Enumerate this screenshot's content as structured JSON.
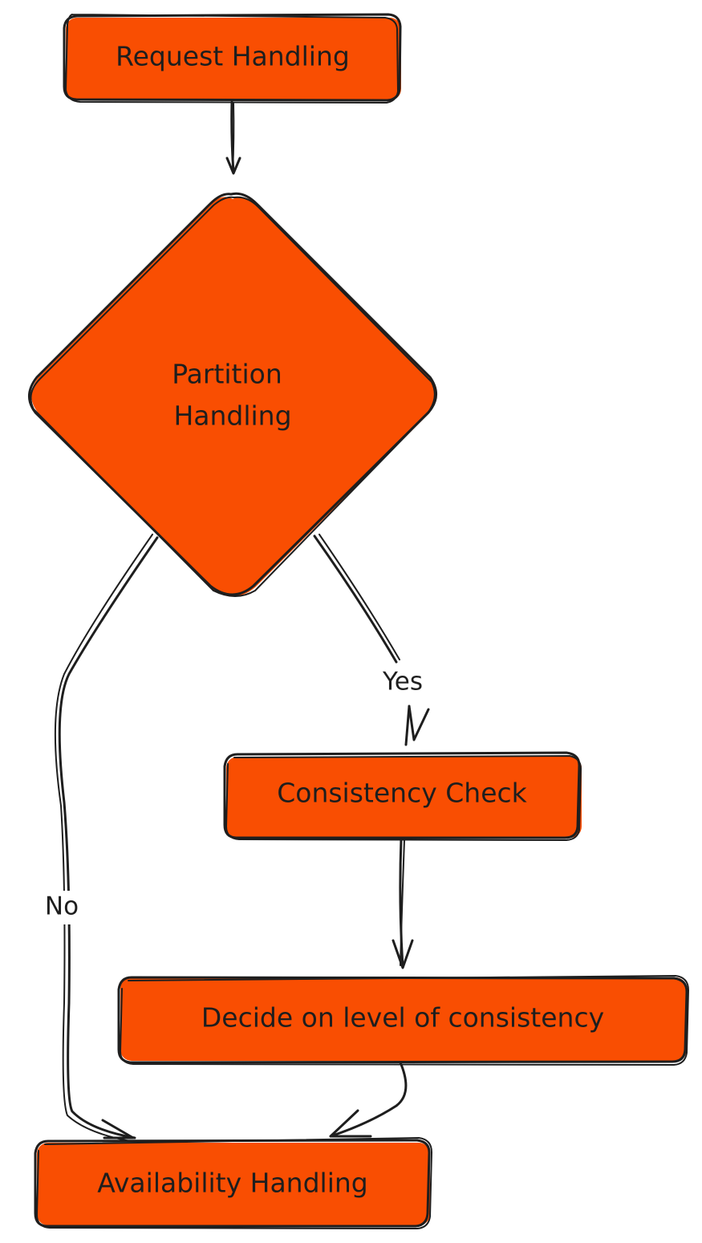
{
  "nodes": {
    "request_handling": "Request Handling",
    "partition_handling_line1": "Partition",
    "partition_handling_line2": "Handling",
    "consistency_check": "Consistency Check",
    "decide_level": "Decide on level of consistency",
    "availability_handling": "Availability Handling"
  },
  "edges": {
    "yes_label": "Yes",
    "no_label": "No"
  },
  "colors": {
    "node_fill": "#f94e02",
    "stroke": "#1e1e1e",
    "background": "#ffffff"
  }
}
